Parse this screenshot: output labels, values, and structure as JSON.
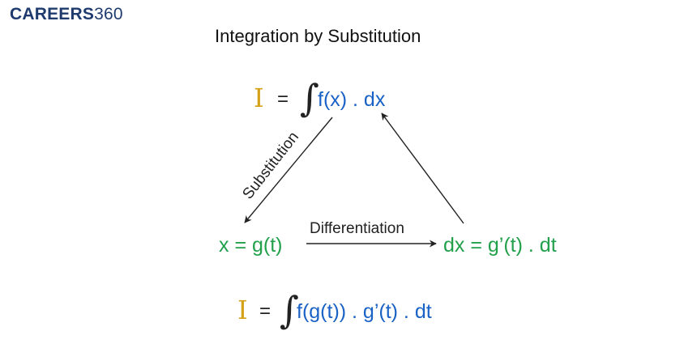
{
  "logo": {
    "brand": "CAREERS",
    "number": "360"
  },
  "title": "Integration by Substitution",
  "top_formula": {
    "symbol": "I",
    "equals": "=",
    "integral": "∫",
    "expression": "f(x) . dx"
  },
  "left_node": "x = g(t)",
  "right_node": "dx = g’(t) . dt",
  "edges": {
    "substitution": "Substitution",
    "differentiation": "Differentiation"
  },
  "bottom_formula": {
    "symbol": "I",
    "equals": "=",
    "integral": "∫",
    "expression": "f(g(t)) . g’(t) . dt"
  },
  "colors": {
    "symbol": "#d4a017",
    "integrand": "#1a62c5",
    "nodes": "#22a04b",
    "text": "#222222",
    "brand": "#1f3b6e"
  }
}
